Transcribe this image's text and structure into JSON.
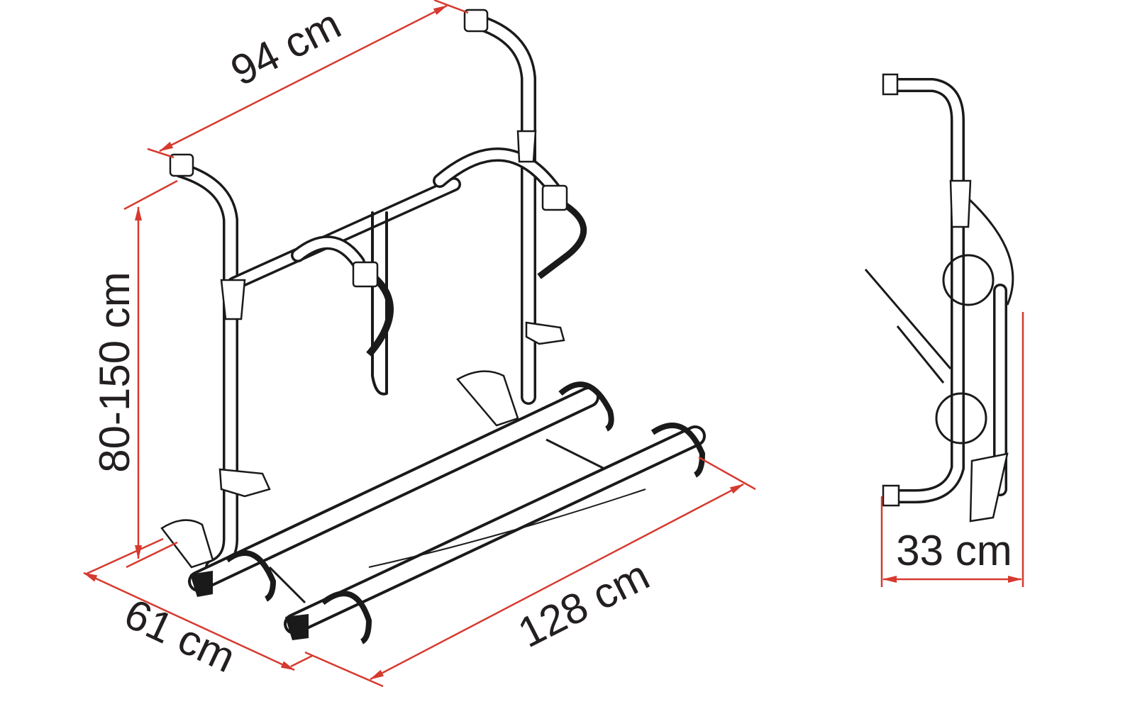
{
  "diagram": {
    "subject": "bike-rack-dimensions",
    "colors": {
      "dimension_line": "#d63a2f",
      "text": "#231f20",
      "drawing": "#1a1a1a"
    },
    "dimensions": {
      "width_top": "94 cm",
      "height": "80-150 cm",
      "depth": "61 cm",
      "rail_length": "128 cm",
      "side_depth": "33 cm"
    }
  }
}
